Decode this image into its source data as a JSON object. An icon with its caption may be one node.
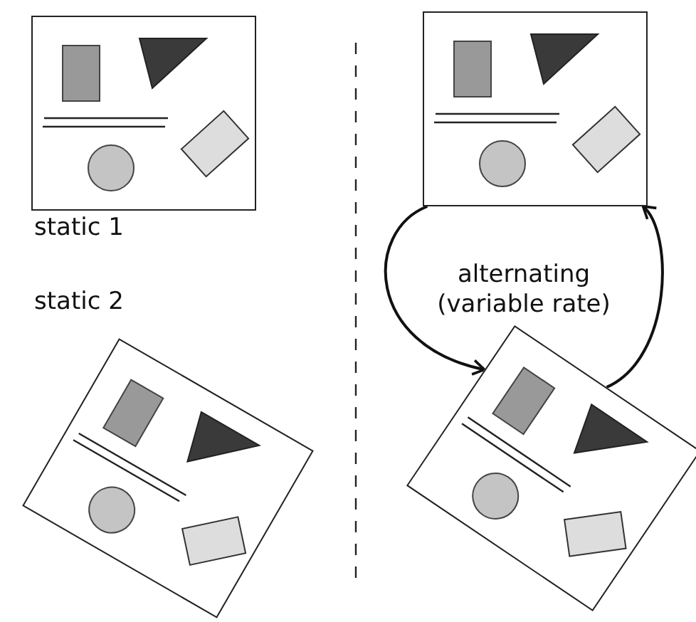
{
  "diagram": {
    "nodes": [
      {
        "text": [],
        "shape": "picture",
        "beside": [
          "static 1"
        ]
      },
      {
        "text": [],
        "shape": "picture",
        "beside": [
          "static 2"
        ]
      },
      {
        "text": [],
        "shape": "picture"
      },
      {
        "text": [],
        "shape": "picture"
      }
    ],
    "edges": [
      {
        "from": 2,
        "to": 3,
        "arrow": "to"
      },
      {
        "from": 3,
        "to": 2,
        "arrow": "to"
      }
    ],
    "labels": [
      "alternating (variable rate)"
    ]
  }
}
